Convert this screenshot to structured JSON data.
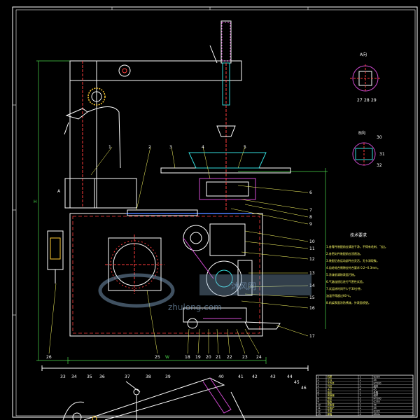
{
  "colors": {
    "background": "#000000",
    "frame": "#ffffff",
    "machine": "#ffffff",
    "structure": "#ff3b3b",
    "dimension": "#4cd94c",
    "leader": "#ffff66",
    "accent_blue": "#4a7dff",
    "cyan": "#33dddd",
    "magenta": "#d24bd2",
    "watermark": "#8fb4d8"
  },
  "section_labels": {
    "a": "A向",
    "b": "B向",
    "view_a_marker": "A"
  },
  "notes": {
    "title": "技术要求",
    "lines": [
      "1.各零件装配前应清洗干净，不得有毛刺、飞边。",
      "2.各密封件装配前应浸透油。",
      "3.装配后各运动部件应灵活，无卡滞现象。",
      "4.齿轮啮合侧隙应符合要求 0.2~0.3mm。",
      "5.涂漆前清除表面污物。",
      "6.气路连接后进行气密性试验。",
      "7.试运转时间不少于30分钟，",
      "   油温不得超过60℃。",
      "8.机架表面涂防锈漆，外表面喷塑。"
    ]
  },
  "part_labels": [
    "1",
    "2",
    "3",
    "4",
    "5",
    "6",
    "7",
    "8",
    "9",
    "10",
    "11",
    "12",
    "13",
    "14",
    "15",
    "16",
    "17",
    "18",
    "19",
    "20",
    "21",
    "22",
    "23",
    "24",
    "25",
    "26",
    "27",
    "28",
    "29",
    "30",
    "31",
    "32",
    "33",
    "34",
    "35",
    "36",
    "37",
    "38",
    "39",
    "40",
    "41",
    "42",
    "43",
    "44",
    "45",
    "46"
  ],
  "dimension_labels": {
    "overall_height": "H",
    "overall_width": "W"
  },
  "title_block": {
    "rows": [
      [
        "1",
        "机架",
        "1",
        "Q235"
      ],
      [
        "2",
        "立柱",
        "1",
        "45"
      ],
      [
        "3",
        "工作台",
        "1",
        "HT200"
      ],
      [
        "4",
        "气缸",
        "2",
        "组件"
      ],
      [
        "5",
        "卡爪",
        "4",
        "45"
      ],
      [
        "6",
        "电机",
        "1",
        "外购"
      ],
      [
        "7",
        "减速器",
        "1",
        "组件"
      ],
      [
        "8",
        "带轮",
        "2",
        "HT200"
      ],
      [
        "9",
        "踏板",
        "3",
        "Q235"
      ],
      [
        "10",
        "拆胎臂",
        "1",
        "45"
      ],
      [
        "11",
        "压胎铲",
        "1",
        "45"
      ],
      [
        "12",
        "手柄",
        "1",
        "Q235"
      ],
      [
        "13",
        "弹簧",
        "4",
        "65Mn"
      ]
    ]
  },
  "watermark": {
    "brand": "沐风网",
    "url": "zhulong.com"
  }
}
